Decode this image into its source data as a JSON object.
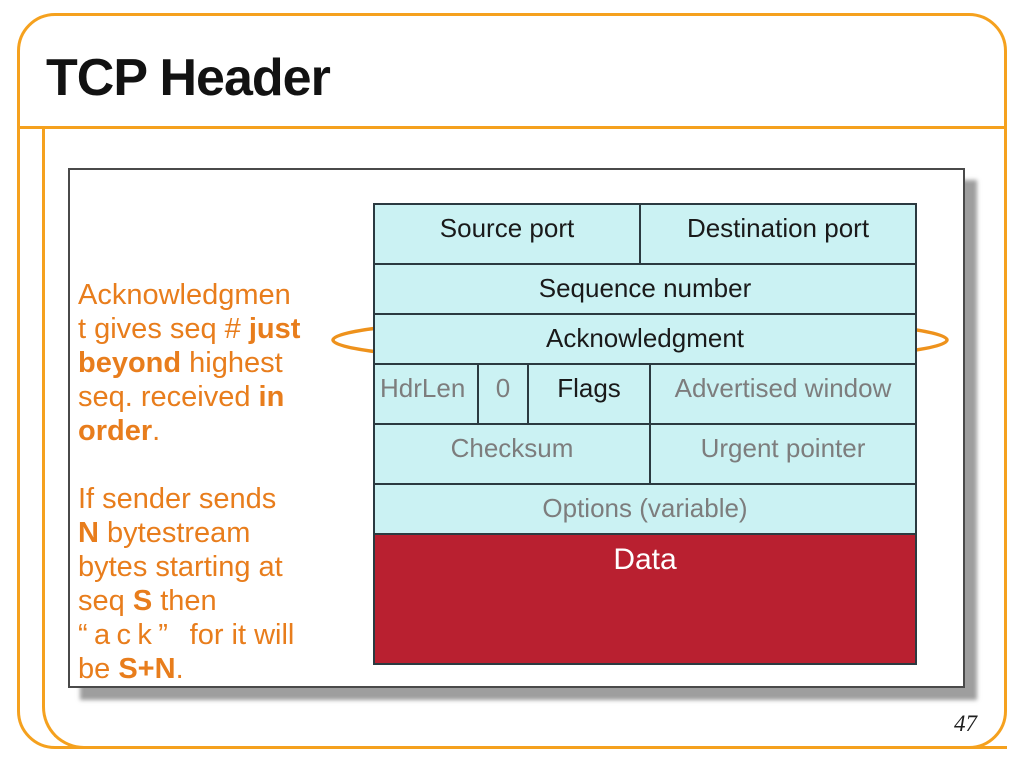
{
  "slide": {
    "title": "TCP Header",
    "page_number": "47"
  },
  "note": {
    "paragraphs": [
      {
        "lines": [
          [
            {
              "t": "Acknowledgmen"
            }
          ],
          [
            {
              "t": "t gives seq # "
            },
            {
              "t": "just",
              "b": true
            }
          ],
          [
            {
              "t": "beyond",
              "b": true
            },
            {
              "t": " highest"
            }
          ],
          [
            {
              "t": "seq. received "
            },
            {
              "t": "in",
              "b": true
            }
          ],
          [
            {
              "t": "order",
              "b": true
            },
            {
              "t": "."
            }
          ]
        ]
      },
      {
        "lines": [
          [
            {
              "t": "If sender sends"
            }
          ],
          [
            {
              "t": "N",
              "b": true
            },
            {
              "t": " bytestream"
            }
          ],
          [
            {
              "t": "bytes starting at"
            }
          ],
          [
            {
              "t": "seq "
            },
            {
              "t": "S",
              "b": true
            },
            {
              "t": " then"
            }
          ],
          [
            {
              "t": "“ack”",
              "spaced": true
            },
            {
              "t": " for it will"
            }
          ],
          [
            {
              "t": "be "
            },
            {
              "t": "S+N",
              "b": true
            },
            {
              "t": "."
            }
          ]
        ]
      }
    ]
  },
  "diagram": {
    "fields": {
      "source_port": "Source port",
      "destination_port": "Destination port",
      "sequence_number": "Sequence number",
      "acknowledgment": "Acknowledgment",
      "hdrlen": "HdrLen",
      "zero": "0",
      "flags": "Flags",
      "advertised_window": "Advertised window",
      "checksum": "Checksum",
      "urgent_pointer": "Urgent pointer",
      "options": "Options (variable)",
      "data": "Data"
    }
  },
  "colors": {
    "frame_orange": "#F5A11E",
    "note_orange": "#E87D1C",
    "ellipse_orange": "#EE921C",
    "cell_cyan": "#CBF2F3",
    "data_red": "#B92030",
    "muted_gray": "#7d7d7d",
    "table_border": "#2B3A40"
  }
}
